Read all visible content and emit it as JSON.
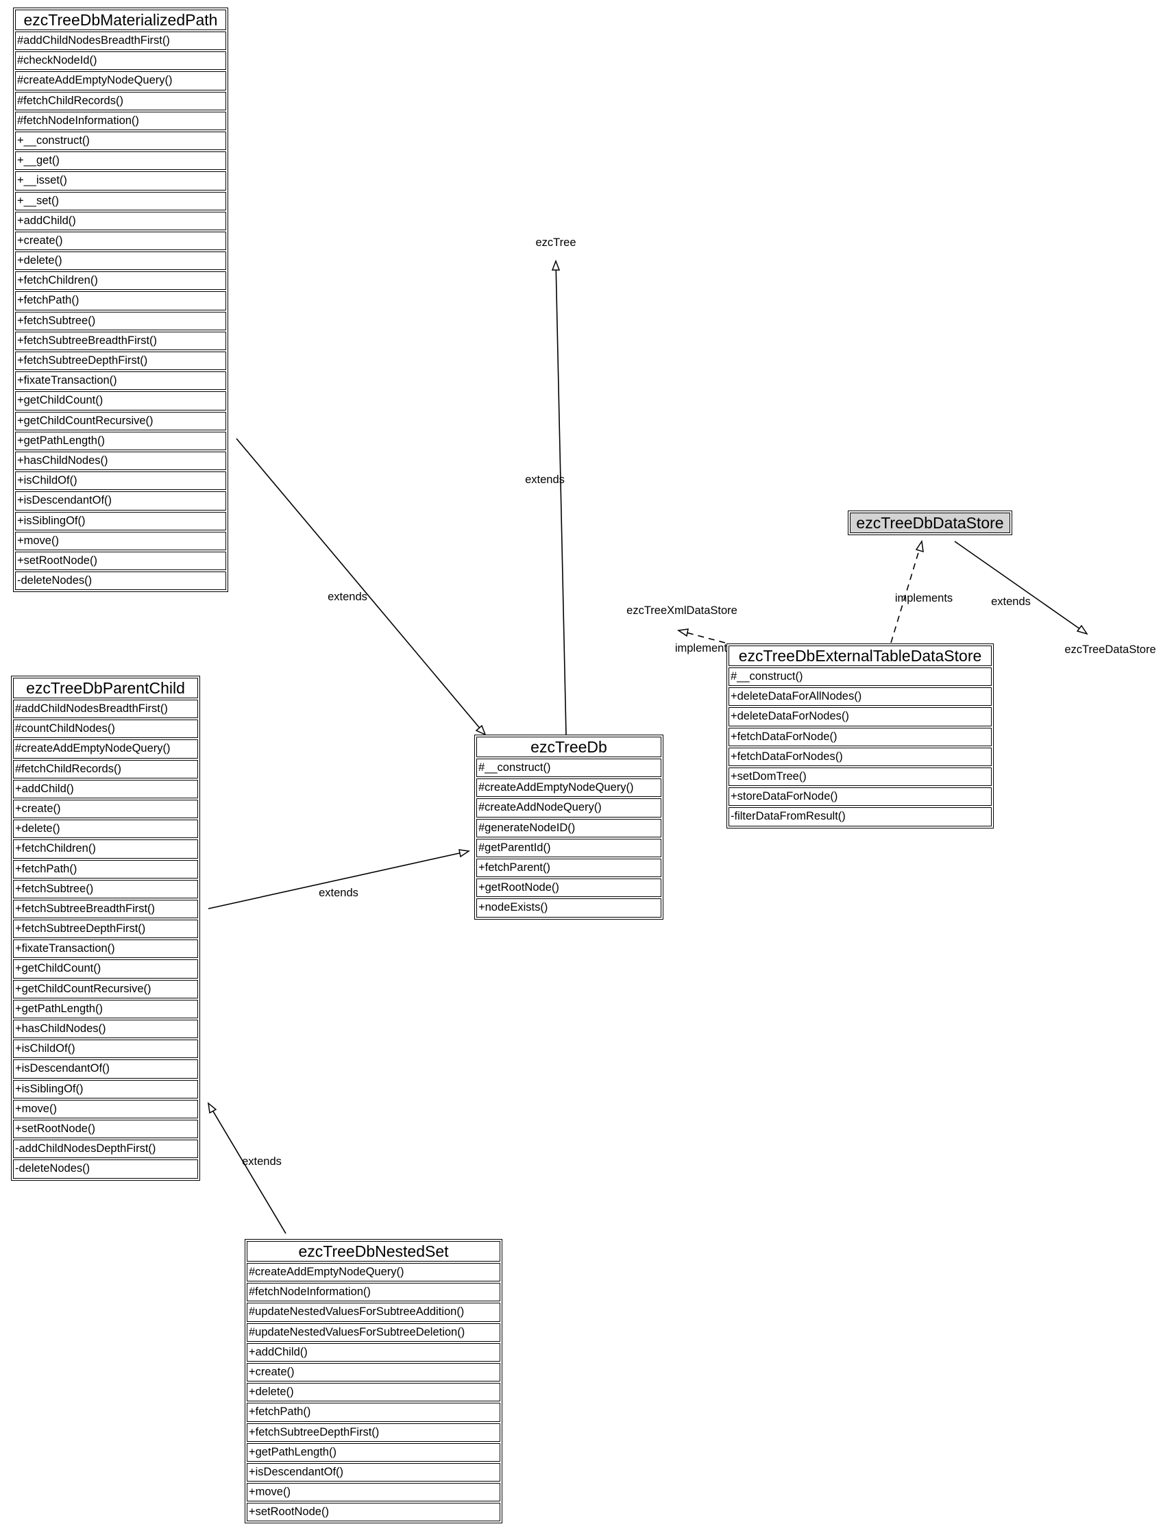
{
  "classes": {
    "materialized_path": {
      "name": "ezcTreeDbMaterializedPath",
      "members": [
        "#addChildNodesBreadthFirst()",
        "#checkNodeId()",
        "#createAddEmptyNodeQuery()",
        "#fetchChildRecords()",
        "#fetchNodeInformation()",
        "+__construct()",
        "+__get()",
        "+__isset()",
        "+__set()",
        "+addChild()",
        "+create()",
        "+delete()",
        "+fetchChildren()",
        "+fetchPath()",
        "+fetchSubtree()",
        "+fetchSubtreeBreadthFirst()",
        "+fetchSubtreeDepthFirst()",
        "+fixateTransaction()",
        "+getChildCount()",
        "+getChildCountRecursive()",
        "+getPathLength()",
        "+hasChildNodes()",
        "+isChildOf()",
        "+isDescendantOf()",
        "+isSiblingOf()",
        "+move()",
        "+setRootNode()",
        "-deleteNodes()"
      ]
    },
    "parent_child": {
      "name": "ezcTreeDbParentChild",
      "members": [
        "#addChildNodesBreadthFirst()",
        "#countChildNodes()",
        "#createAddEmptyNodeQuery()",
        "#fetchChildRecords()",
        "+addChild()",
        "+create()",
        "+delete()",
        "+fetchChildren()",
        "+fetchPath()",
        "+fetchSubtree()",
        "+fetchSubtreeBreadthFirst()",
        "+fetchSubtreeDepthFirst()",
        "+fixateTransaction()",
        "+getChildCount()",
        "+getChildCountRecursive()",
        "+getPathLength()",
        "+hasChildNodes()",
        "+isChildOf()",
        "+isDescendantOf()",
        "+isSiblingOf()",
        "+move()",
        "+setRootNode()",
        "-addChildNodesDepthFirst()",
        "-deleteNodes()"
      ]
    },
    "tree_db": {
      "name": "ezcTreeDb",
      "members": [
        "#__construct()",
        "#createAddEmptyNodeQuery()",
        "#createAddNodeQuery()",
        "#generateNodeID()",
        "#getParentId()",
        "+fetchParent()",
        "+getRootNode()",
        "+nodeExists()"
      ]
    },
    "nested_set": {
      "name": "ezcTreeDbNestedSet",
      "members": [
        "#createAddEmptyNodeQuery()",
        "#fetchNodeInformation()",
        "#updateNestedValuesForSubtreeAddition()",
        "#updateNestedValuesForSubtreeDeletion()",
        "+addChild()",
        "+create()",
        "+delete()",
        "+fetchPath()",
        "+fetchSubtreeDepthFirst()",
        "+getPathLength()",
        "+isDescendantOf()",
        "+move()",
        "+setRootNode()"
      ]
    },
    "data_store": {
      "name": "ezcTreeDbDataStore",
      "members": []
    },
    "external_table": {
      "name": "ezcTreeDbExternalTableDataStore",
      "members": [
        "#__construct()",
        "+deleteDataForAllNodes()",
        "+deleteDataForNodes()",
        "+fetchDataForNode()",
        "+fetchDataForNodes()",
        "+setDomTree()",
        "+storeDataForNode()",
        "-filterDataFromResult()"
      ]
    }
  },
  "external_classes": {
    "ezc_tree": "ezcTree",
    "xml_data_store": "ezcTreeXmlDataStore",
    "tree_data_store": "ezcTreeDataStore"
  },
  "relations": {
    "treedb_extends_tree": "extends",
    "materialized_extends_treedb": "extends",
    "parentchild_extends_treedb": "extends",
    "nestedset_extends_parentchild": "extends",
    "external_implements_datastore": "implements",
    "external_implements_xml": "implements",
    "datastore_extends_treedatastore": "extends"
  }
}
